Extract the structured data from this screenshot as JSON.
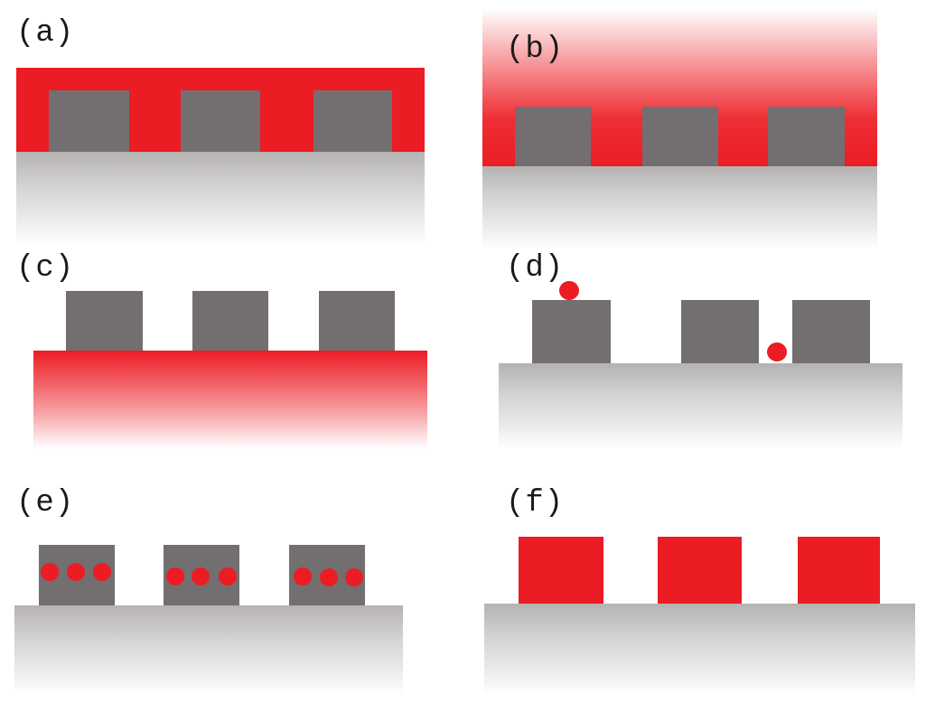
{
  "figure": {
    "colors": {
      "red": "#ec1c24",
      "feature_gray": "#736e6f",
      "substrate_top": "#b5b2b2",
      "background": "#ffffff"
    },
    "panels": [
      {
        "id": "a",
        "label": "(a)",
        "description": "Red layer covering gray features and filling gaps on substrate"
      },
      {
        "id": "b",
        "label": "(b)",
        "description": "Red layer with gradient fading upward over gray features"
      },
      {
        "id": "c",
        "label": "(c)",
        "description": "Gray features on red gradient substrate"
      },
      {
        "id": "d",
        "label": "(d)",
        "description": "Gray features with isolated red particles on top and in gap"
      },
      {
        "id": "e",
        "label": "(e)",
        "description": "Gray features each containing three red particles"
      },
      {
        "id": "f",
        "label": "(f)",
        "description": "Red features on gray substrate"
      }
    ]
  }
}
